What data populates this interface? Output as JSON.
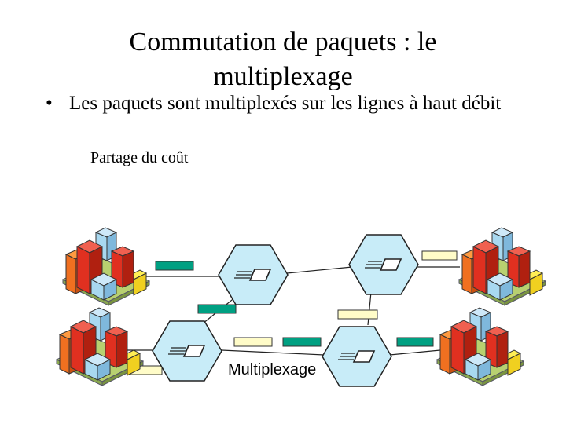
{
  "slide": {
    "title_line1": "Commutation de paquets : le",
    "title_line2": "multiplexage",
    "bullet1_marker": "•",
    "bullet1_text": "Les paquets sont multiplexés sur les lignes à haut débit",
    "bullet2_marker": "–",
    "bullet2_text": "Partage du coût"
  },
  "diagram": {
    "label": "Multiplexage",
    "colors": {
      "switch_fill": "#c8ecf8",
      "packet_green": "#00a082",
      "packet_yellow": "#fffcc8",
      "host_red": "#e03020",
      "host_orange": "#f07020",
      "host_blue": "#a8d8f0",
      "host_yellow": "#ffee55",
      "host_base": "#b8d070"
    }
  }
}
